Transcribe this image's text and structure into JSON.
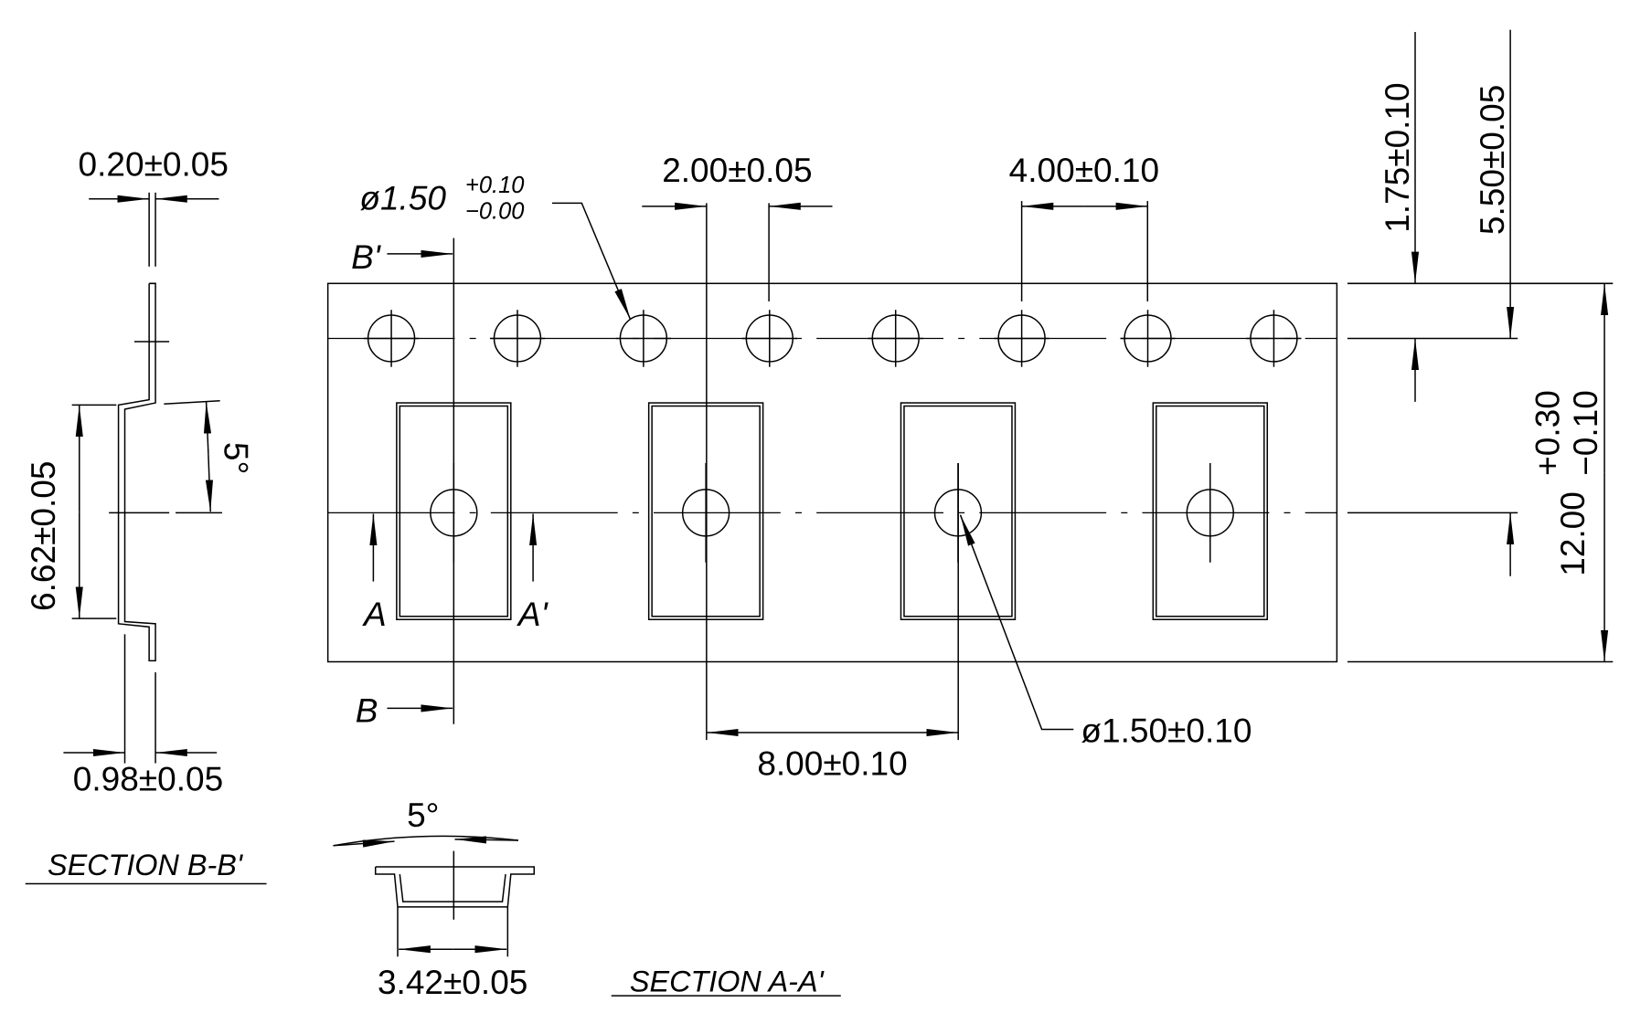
{
  "drawing": {
    "dimensions": {
      "hole_pitch_offset": "2.00±0.05",
      "sprocket_pitch": "4.00±0.10",
      "edge_to_hole": "1.75±0.10",
      "hole_to_cavity": "5.50±0.05",
      "tape_width_main": "12.00",
      "tape_width_plus": "+0.30",
      "tape_width_minus": "−0.10",
      "sprocket_hole_dia": "ø1.50",
      "sprocket_hole_plus": "+0.10",
      "sprocket_hole_minus": "−0.00",
      "cavity_hole_dia": "ø1.50±0.10",
      "cavity_pitch": "8.00±0.10",
      "tape_thickness": "0.20±0.05",
      "cavity_length": "6.62±0.05",
      "cavity_depth": "0.98±0.05",
      "draft_angle_b": "5°",
      "draft_angle_a": "5°",
      "cavity_width": "3.42±0.05"
    },
    "section_marks": {
      "b_prime": "B'",
      "b": "B",
      "a": "A",
      "a_prime": "A'"
    },
    "section_titles": {
      "b": "SECTION B-B'",
      "a": "SECTION A-A'"
    }
  }
}
